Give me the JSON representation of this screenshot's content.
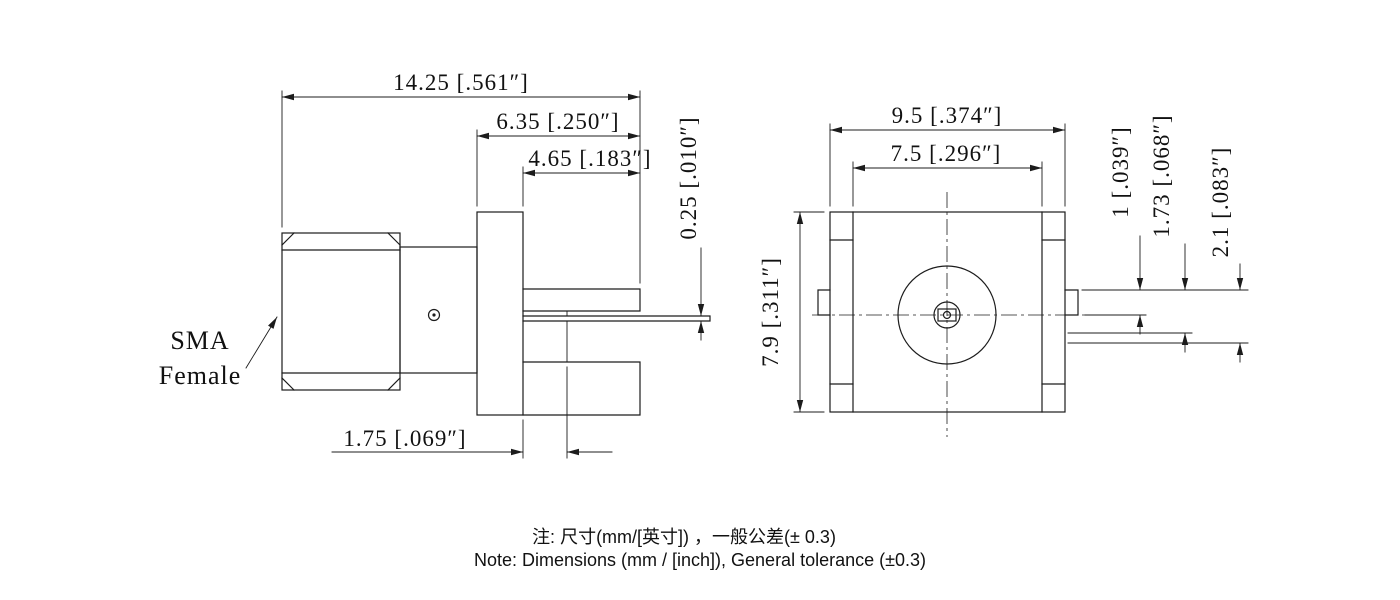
{
  "meta": {
    "background": "#ffffff",
    "line_color": "#1c1c1c"
  },
  "label": {
    "line1": "SMA",
    "line2": "Female"
  },
  "side_view": {
    "dim_overall_length": "14.25 [.561″]",
    "dim_body_length": "6.35 [.250″]",
    "dim_leg_length": "4.65 [.183″]",
    "dim_pin_thickness": "0.25 [.010″]",
    "dim_slot_width": "1.75 [.069″]"
  },
  "front_view": {
    "dim_body_width": "9.5 [.374″]",
    "dim_inner_width": "7.5 [.296″]",
    "dim_body_height": "7.9 [.311″]",
    "dim_tab_height": "1 [.039″]",
    "dim_step_height": "1.73 [.068″]",
    "dim_total_height": "2.1 [.083″]"
  },
  "notes": {
    "zh": "注: 尺寸(mm/[英寸]) ，一般公差(± 0.3)",
    "en": "Note: Dimensions (mm / [inch]), General tolerance (±0.3)"
  }
}
